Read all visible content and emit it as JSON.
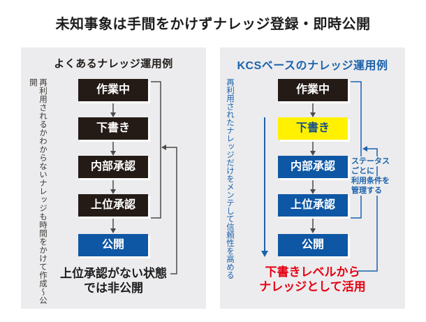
{
  "title": "未知事象は手間をかけずナレッジ登録・即時公開",
  "colors": {
    "accent_blue": "#1b62ab",
    "box_blue": "#0e57a4",
    "box_dark": "#241b17",
    "box_yellow": "#fff100",
    "alert_red": "#e60012",
    "panel_gray": "#ececee",
    "line_dark": "#4c4948"
  },
  "left_panel": {
    "heading": "よくあるナレッジ運用例",
    "side_note": "再利用されるかわからないナレッジも時間をかけて作成〜公開",
    "steps": [
      {
        "label": "作業中"
      },
      {
        "label": "下書き"
      },
      {
        "label": "内部承認"
      },
      {
        "label": "上位承認"
      },
      {
        "label": "公開"
      }
    ],
    "footnote_line1": "上位承認がない状態",
    "footnote_line2": "では非公開"
  },
  "right_panel": {
    "heading": "KCSベースのナレッジ運用例",
    "side_note": "再利用されたナレッジだけをメンテして信頼性を高める",
    "steps": [
      {
        "label": "作業中"
      },
      {
        "label": "下書き"
      },
      {
        "label": "内部承認"
      },
      {
        "label": "上位承認"
      },
      {
        "label": "公開"
      }
    ],
    "callout": [
      "ステータス",
      "ごとに",
      "利用条件を",
      "管理する"
    ],
    "footnote_line1": "下書きレベルから",
    "footnote_line2": "ナレッジとして活用"
  }
}
